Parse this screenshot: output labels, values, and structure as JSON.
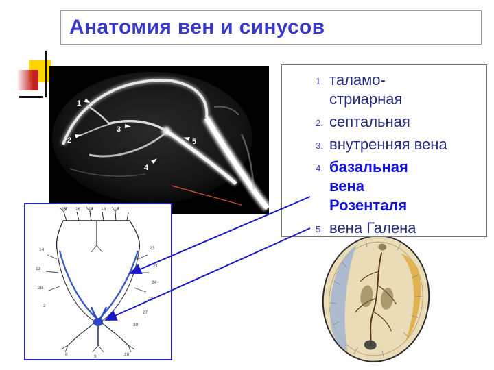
{
  "slide": {
    "title": "Анатомия вен и синусов"
  },
  "vein_list": {
    "items": [
      {
        "num": "1.",
        "label": "таламо-стриарная"
      },
      {
        "num": "2.",
        "label": "септальная"
      },
      {
        "num": "3.",
        "label": "внутренняя вена"
      },
      {
        "num": "4.",
        "label": "базальная вена Розенталя"
      },
      {
        "num": "5.",
        "label": "вена Галена"
      }
    ]
  },
  "angiogram": {
    "labels": [
      "1",
      "2",
      "3",
      "4",
      "5"
    ]
  },
  "diagram": {
    "top_labels": [
      "15",
      "16",
      "17",
      "18",
      "19"
    ],
    "right_labels": [
      "23",
      "21",
      "24",
      "20",
      "27",
      "30"
    ],
    "left_labels": [
      "14",
      "13",
      "28",
      "2"
    ],
    "bottom_labels": [
      "8",
      "9",
      "10"
    ]
  },
  "colors": {
    "title": "#3a3ac8",
    "list_text": "#232b7c",
    "highlight_text": "#1212dd",
    "arrow": "#1818c8",
    "pointer_line": "#c45032",
    "accent_red": "#c42020",
    "accent_yellow": "#ffd400",
    "diagram_border": "#2a2ab8"
  }
}
